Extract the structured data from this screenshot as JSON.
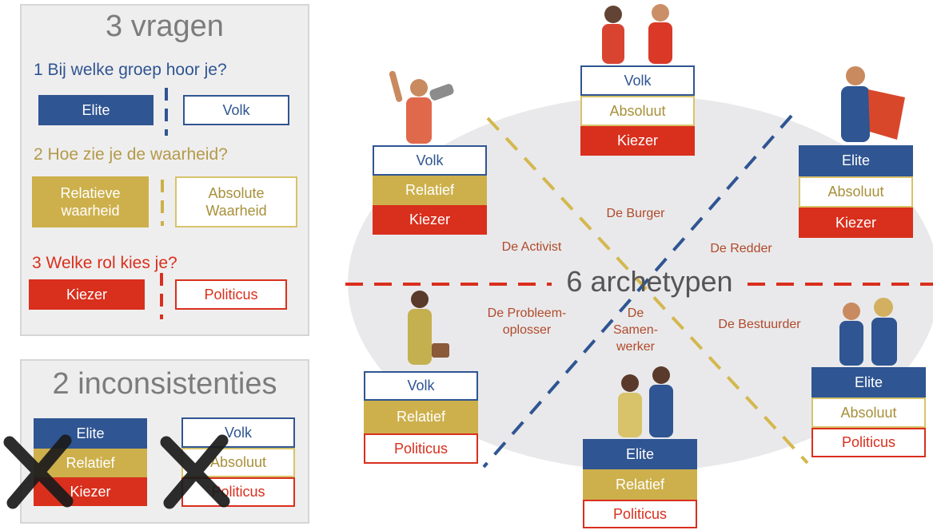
{
  "panel_questions": {
    "title": "3 vragen",
    "q1": "1 Bij welke groep hoor je?",
    "q1_options": [
      "Elite",
      "Volk"
    ],
    "q2": "2 Hoe zie je de waarheid?",
    "q2_options": [
      "Relatieve waarheid",
      "Absolute Waarheid"
    ],
    "q3": "3 Welke rol kies je?",
    "q3_options": [
      "Kiezer",
      "Politicus"
    ]
  },
  "panel_inconsistencies": {
    "title": "2 inconsistenties",
    "stack_a": [
      "Elite",
      "Relatief",
      "Kiezer"
    ],
    "stack_b": [
      "Volk",
      "Absoluut",
      "Politicus"
    ]
  },
  "diagram": {
    "center_title": "6 archetypen",
    "archetypes": [
      {
        "label": "De Burger",
        "stack": [
          "Volk",
          "Absoluut",
          "Kiezer"
        ]
      },
      {
        "label": "De Activist",
        "stack": [
          "Volk",
          "Relatief",
          "Kiezer"
        ]
      },
      {
        "label": "De Redder",
        "stack": [
          "Elite",
          "Absoluut",
          "Kiezer"
        ]
      },
      {
        "label": "De Probleem-\noplosser",
        "stack": [
          "Volk",
          "Relatief",
          "Politicus"
        ]
      },
      {
        "label": "De\nSamen-\nwerker",
        "stack": [
          "Elite",
          "Relatief",
          "Politicus"
        ]
      },
      {
        "label": "De Bestuurder",
        "stack": [
          "Elite",
          "Absoluut",
          "Politicus"
        ]
      }
    ]
  },
  "colors": {
    "elite_blue": "#2f5592",
    "relative_yellow": "#cdb04b",
    "chooser_red": "#d92f1d",
    "panel_bg": "#efeeee"
  }
}
